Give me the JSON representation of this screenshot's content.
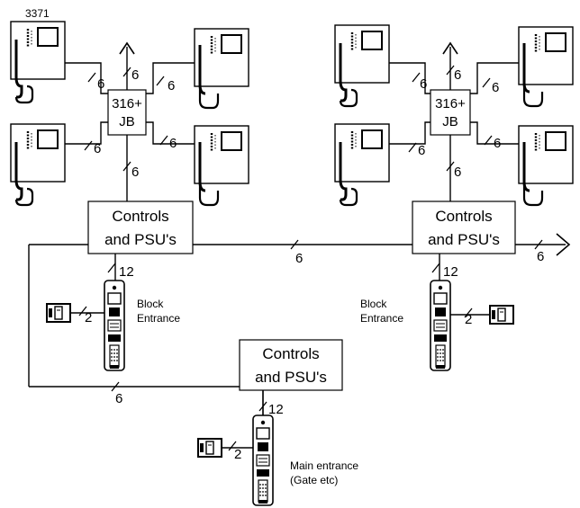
{
  "labels": {
    "model": "3371",
    "junction_box_line1": "316+",
    "junction_box_line2": "JB",
    "controls_line1": "Controls",
    "controls_line2": "and PSU's",
    "cable_6": "6",
    "cable_12": "12",
    "cable_2": "2",
    "block_line1": "Block",
    "block_line2": "Entrance",
    "main_line1": "Main entrance",
    "main_line2": "(Gate etc)"
  }
}
